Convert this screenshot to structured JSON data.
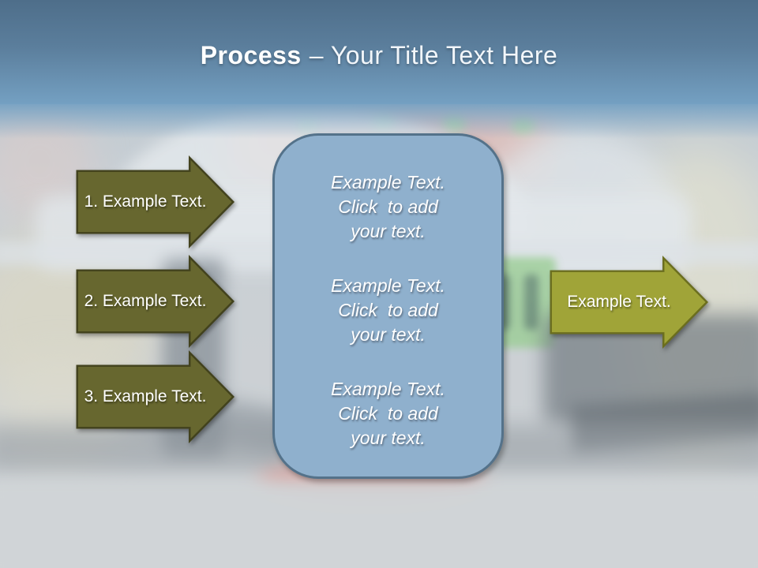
{
  "slide": {
    "title": {
      "emphasis": "Process",
      "rest": "– Your Title Text Here"
    }
  },
  "left_arrows": [
    {
      "label": "1. Example Text."
    },
    {
      "label": "2. Example Text."
    },
    {
      "label": "3. Example Text."
    }
  ],
  "right_arrow": {
    "label": "Example Text."
  },
  "center_box": {
    "blocks": [
      {
        "lines": [
          "Example Text.",
          "Click  to add",
          "your text."
        ]
      },
      {
        "lines": [
          "Example Text.",
          "Click  to add",
          "your text."
        ]
      },
      {
        "lines": [
          "Example Text.",
          "Click  to add",
          "your text."
        ]
      }
    ]
  },
  "colors": {
    "header_gradient_top": "#4e6e8a",
    "header_gradient_bottom": "#74a0c2",
    "left_arrow_fill": "#67672f",
    "left_arrow_border": "#42421d",
    "right_arrow_fill": "#a0a438",
    "right_arrow_border": "#6b6e1f",
    "box_fill": "#8fb0cd",
    "box_border": "#54728a",
    "text": "#ffffff"
  }
}
